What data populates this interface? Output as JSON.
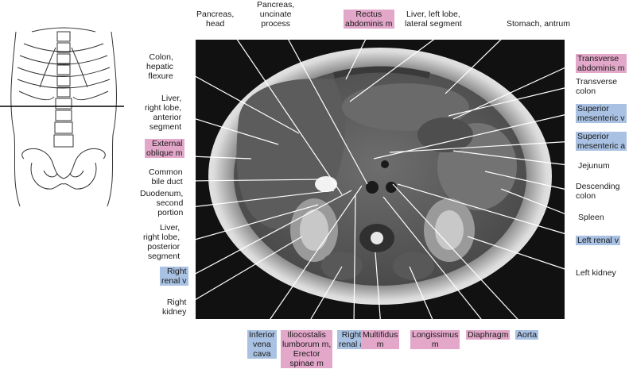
{
  "labels": {
    "pancreas_head": "Pancreas,\nhead",
    "pancreas_uncinate": "Pancreas,\nuncinate\nprocess",
    "rectus_abdominis": "Rectus\nabdominis m",
    "liver_left_lobe": "Liver, left lobe,\nlateral segment",
    "stomach_antrum": "Stomach, antrum",
    "colon_hepatic": "Colon,\nhepatic\nflexure",
    "liver_right_anterior": "Liver,\nright lobe,\nanterior\nsegment",
    "external_oblique": "External\noblique m",
    "common_bile_duct": "Common\nbile duct",
    "duodenum": "Duodenum,\nsecond\nportion",
    "liver_right_posterior": "Liver,\nright lobe,\nposterior\nsegment",
    "right_renal_v": "Right\nrenal v",
    "right_kidney": "Right\nkidney",
    "transverse_abdominis": "Transverse\nabdominis m",
    "transverse_colon": "Transverse\ncolon",
    "superior_mesenteric_v": "Superior\nmesenteric v",
    "superior_mesenteric_a": "Superior\nmesenteric a",
    "jejunum": "Jejunum",
    "descending_colon": "Descending\ncolon",
    "spleen": "Spleen",
    "left_renal_v": "Left renal v",
    "left_kidney": "Left kidney",
    "ivc": "Inferior\nvena\ncava",
    "iliocostalis": "Iliocostalis\nlumborum m,\nErector\nspinae m",
    "right_renal_a": "Right\nrenal a",
    "multifidus": "Multifidus\nm",
    "longissimus": "Longissimus\nm",
    "diaphragm": "Diaphragm",
    "aorta": "Aorta"
  },
  "colors": {
    "muscle": "#e2a7c9",
    "vessel": "#a9c1e2",
    "leader": "#ffffff"
  },
  "icons": {
    "skeleton": "torso-skeleton-icon",
    "scan": "axial-mri-scan"
  }
}
